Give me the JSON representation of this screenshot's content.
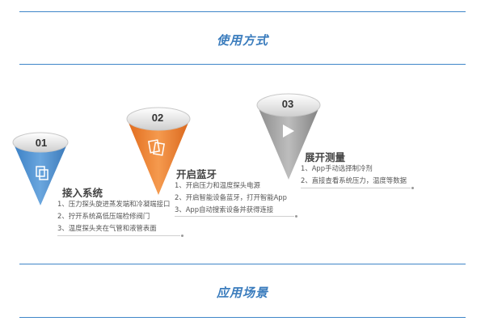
{
  "section1": {
    "title": "使用方式"
  },
  "section2": {
    "title": "应用场景"
  },
  "steps": [
    {
      "number": "01",
      "title": "接入系统",
      "color": "#4f8fd0",
      "icon": "copy-icon",
      "items": [
        "1、压力探头旋进蒸发端和冷凝端接口",
        "2、拧开系统高低压端检修阀门",
        "3、温度探头夹在气管和液管表面"
      ]
    },
    {
      "number": "02",
      "title": "开启蓝牙",
      "color": "#ee7d2e",
      "icon": "copy-icon",
      "items": [
        "1、开启压力和温度探头电源",
        "2、开启智能设备蓝牙，打开智能App",
        "3、App自动搜索设备并获得连接"
      ]
    },
    {
      "number": "03",
      "title": "展开测量",
      "color": "#9a9a9a",
      "icon": "play-icon",
      "items": [
        "1、App手动选择制冷剂",
        "2、直接查看系统压力，温度等数据"
      ]
    }
  ]
}
